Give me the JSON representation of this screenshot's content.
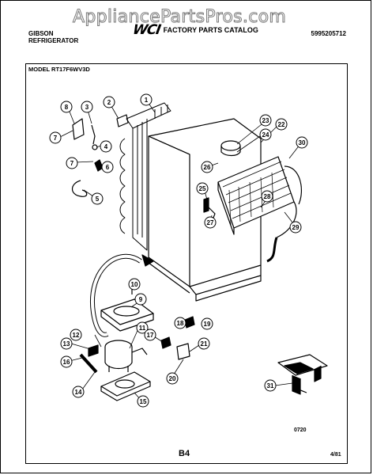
{
  "watermark": "AppliancePartsPros.com",
  "header": {
    "brand_line1": "GIBSON",
    "brand_line2": "REFRIGERATOR",
    "logo": "WCI",
    "catalog_title": "FACTORY PARTS CATALOG",
    "catalog_number": "5995205712"
  },
  "model_label": "MODEL RT17F6WV3D",
  "callouts": [
    "1",
    "2",
    "3",
    "4",
    "5",
    "6",
    "7",
    "8",
    "9",
    "10",
    "11",
    "12",
    "13",
    "14",
    "15",
    "16",
    "17",
    "18",
    "19",
    "20",
    "21",
    "22",
    "23",
    "24",
    "25",
    "26",
    "27",
    "28",
    "29",
    "30",
    "31"
  ],
  "footer": {
    "diagram_code": "0720",
    "page_number": "B4",
    "date": "4/81"
  }
}
